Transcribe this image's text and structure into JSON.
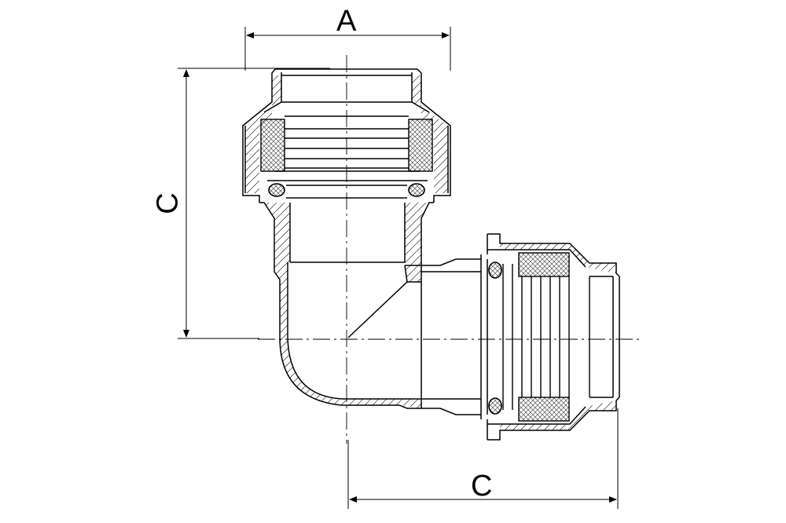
{
  "dimensions": {
    "a_label": "A",
    "c_vertical_label": "C",
    "c_horizontal_label": "C"
  },
  "colors": {
    "line": "#000000",
    "background": "#ffffff",
    "seal_hatch": "#444444"
  }
}
